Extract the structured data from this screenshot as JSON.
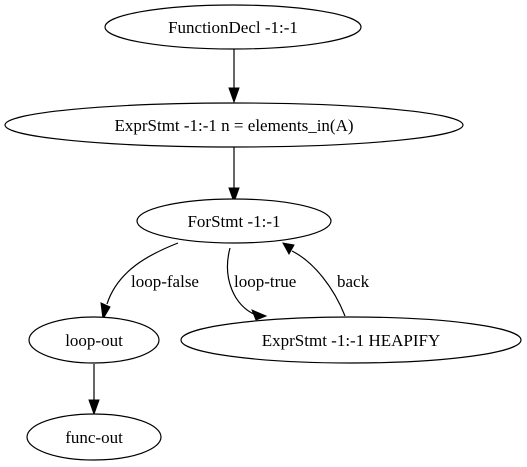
{
  "graph": {
    "nodes": [
      {
        "id": "n1",
        "label": "FunctionDecl -1:-1"
      },
      {
        "id": "n2",
        "label": "ExprStmt -1:-1 n = elements_in(A)"
      },
      {
        "id": "n3",
        "label": "ForStmt -1:-1"
      },
      {
        "id": "n4",
        "label": "loop-out"
      },
      {
        "id": "n5",
        "label": "ExprStmt -1:-1 HEAPIFY"
      },
      {
        "id": "n6",
        "label": "func-out"
      }
    ],
    "edges": [
      {
        "id": "e1",
        "from": "n1",
        "to": "n2",
        "label": ""
      },
      {
        "id": "e2",
        "from": "n2",
        "to": "n3",
        "label": ""
      },
      {
        "id": "e3",
        "from": "n3",
        "to": "n4",
        "label": "loop-false"
      },
      {
        "id": "e4",
        "from": "n3",
        "to": "n5",
        "label": "loop-true"
      },
      {
        "id": "e5",
        "from": "n5",
        "to": "n3",
        "label": "back"
      },
      {
        "id": "e6",
        "from": "n4",
        "to": "n6",
        "label": ""
      }
    ]
  }
}
